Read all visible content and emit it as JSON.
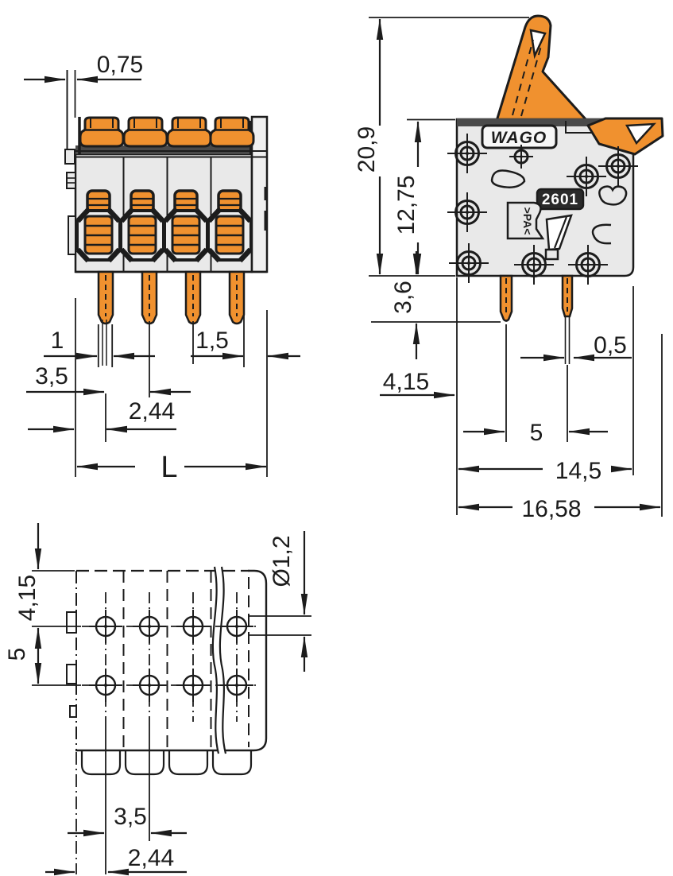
{
  "drawing_type": "dimensional-drawing",
  "colors": {
    "orange": "#F0912F",
    "body_gray": "#E9E9E9",
    "panel_gray": "#EFEFEF",
    "dark_strip": "#4A4A4A",
    "line": "#1C1C1C"
  },
  "views": {
    "front": {
      "dims": {
        "lever_offset": "0,75",
        "pin_width": "1",
        "pitch": "3,5",
        "edge_to_pin": "2,44",
        "pin_to_edge": "1,5",
        "length": "L"
      }
    },
    "side": {
      "dims": {
        "total_height": "20,9",
        "body_height": "12,75",
        "pin_length": "3,6",
        "edge_to_pin": "4,15",
        "pin_thickness": "0,5",
        "pin_spacing": "5",
        "body_depth": "14,5",
        "total_depth": "16,58"
      },
      "markings": {
        "logo": "WAGO",
        "series": "2601",
        "material": ">PA<"
      }
    },
    "bottom": {
      "dims": {
        "edge_to_row1": "4,15",
        "row_spacing": "5",
        "hole_diameter": "Ø1,2",
        "pitch": "3,5",
        "edge_to_pin": "2,44"
      }
    }
  }
}
